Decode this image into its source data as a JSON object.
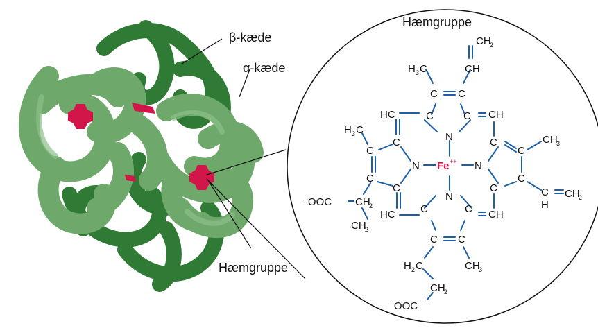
{
  "labels": {
    "beta_chain": "β-kæde",
    "alpha_chain": "α-kæde",
    "heme_group_left": "Hæmgruppe",
    "heme_group_title": "Hæmgruppe"
  },
  "chemistry": {
    "iron": "Fe",
    "iron_charge": "++",
    "N": "N",
    "C": "C",
    "HC": "HC",
    "CH": "CH",
    "H": "H",
    "CH2_base": "CH",
    "CH3_base": "CH",
    "H3C_left": "H",
    "H3C_right": "C",
    "H2C_left": "H",
    "H2C_right": "C",
    "OOC": "⁻OOC",
    "sub2": "2",
    "sub3": "3"
  },
  "colors": {
    "protein_light": "#6ea86b",
    "protein_dark": "#2f7a34",
    "heme_red": "#d3164a",
    "bond_blue": "#1b5fa8",
    "iron_red": "#d3164a"
  }
}
